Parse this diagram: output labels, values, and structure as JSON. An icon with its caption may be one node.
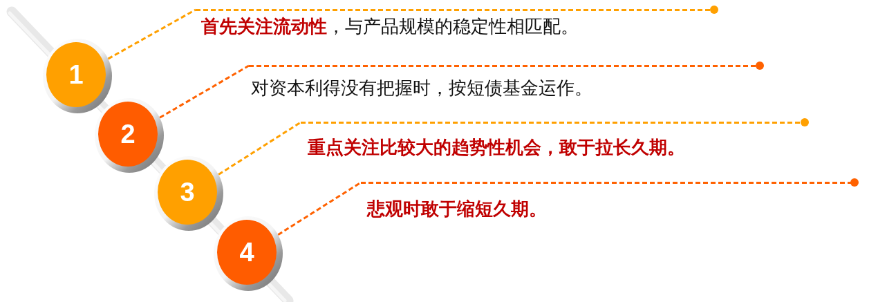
{
  "diagram": {
    "nodes": [
      {
        "text": [
          "1"
        ]
      },
      {
        "text": [
          "**首先关注流动性**，与产品规模的稳定性相匹配。"
        ]
      },
      {
        "text": [
          "2"
        ]
      },
      {
        "text": [
          "对资本利得没有把握时，按短债基金运作。"
        ]
      },
      {
        "text": [
          "3"
        ]
      },
      {
        "text": [
          "重点关注比较大的趋势性机会，敢于拉长久期。"
        ]
      },
      {
        "text": [
          "4"
        ]
      },
      {
        "text": [
          "悲观时敢于缩短久期。"
        ]
      }
    ],
    "edges": [
      {
        "from": 0,
        "to": 1,
        "arrow": "none",
        "style": "dashed",
        "color": "#ffa000"
      },
      {
        "from": 2,
        "to": 3,
        "arrow": "none",
        "style": "dashed",
        "color": "#ff6100"
      },
      {
        "from": 4,
        "to": 5,
        "arrow": "none",
        "style": "dashed",
        "color": "#ffa000"
      },
      {
        "from": 6,
        "to": 7,
        "arrow": "none",
        "style": "dashed",
        "color": "#ff6100"
      }
    ]
  }
}
